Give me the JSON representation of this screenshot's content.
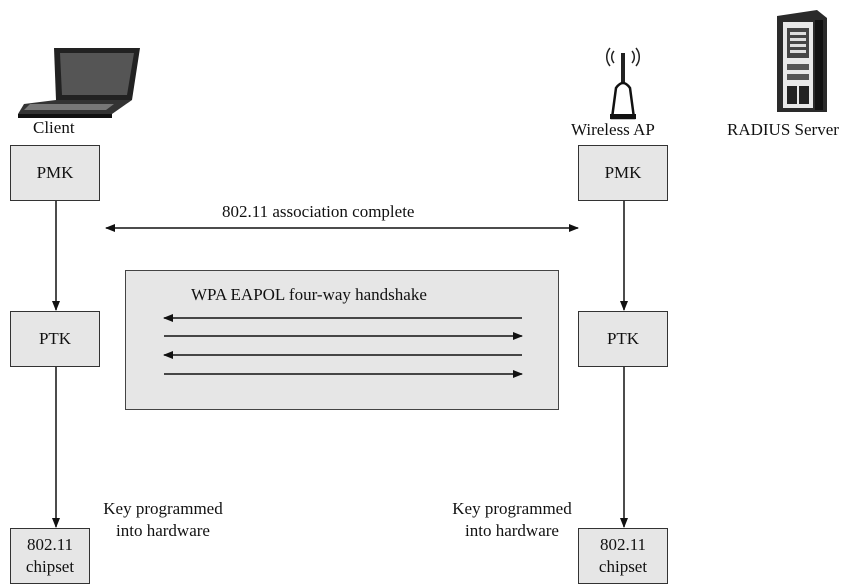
{
  "client": {
    "label": "Client"
  },
  "ap": {
    "label": "Wireless AP"
  },
  "radius": {
    "label": "RADIUS Server"
  },
  "client_boxes": {
    "pmk": "PMK",
    "ptk": "PTK",
    "chipset_line1": "802.11",
    "chipset_line2": "chipset"
  },
  "ap_boxes": {
    "pmk": "PMK",
    "ptk": "PTK",
    "chipset_line1": "802.11",
    "chipset_line2": "chipset"
  },
  "association": {
    "label": "802.11 association complete"
  },
  "handshake": {
    "title": "WPA EAPOL four-way handshake"
  },
  "client_note": {
    "line1": "Key programmed",
    "line2": "into hardware"
  },
  "ap_note": {
    "line1": "Key programmed",
    "line2": "into hardware"
  },
  "icons": {
    "client": "laptop-icon",
    "ap": "wireless-access-point-icon",
    "radius": "server-tower-icon"
  }
}
